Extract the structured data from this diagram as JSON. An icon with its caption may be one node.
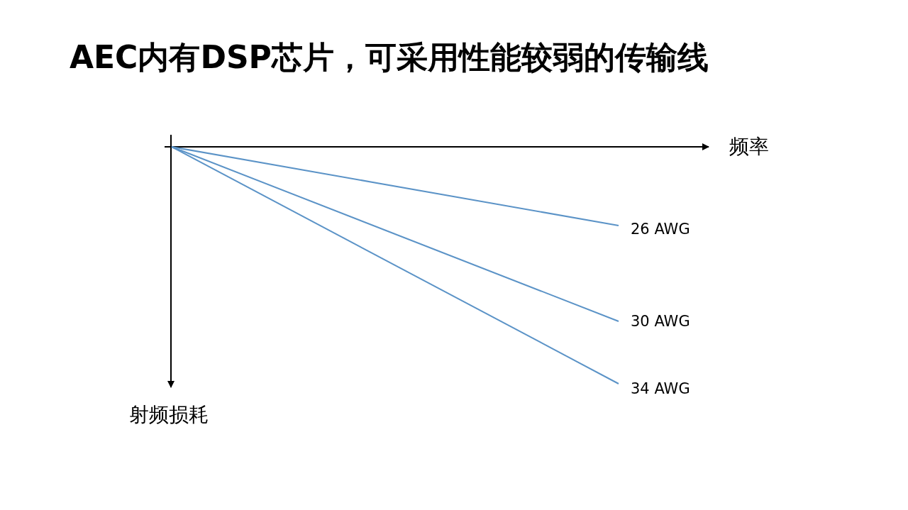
{
  "diagram": {
    "title": "AEC内有DSP芯片，可采用性能较弱的传输线",
    "labels": [
      "频率",
      "26 AWG",
      "30 AWG",
      "34 AWG",
      "射频损耗"
    ]
  }
}
